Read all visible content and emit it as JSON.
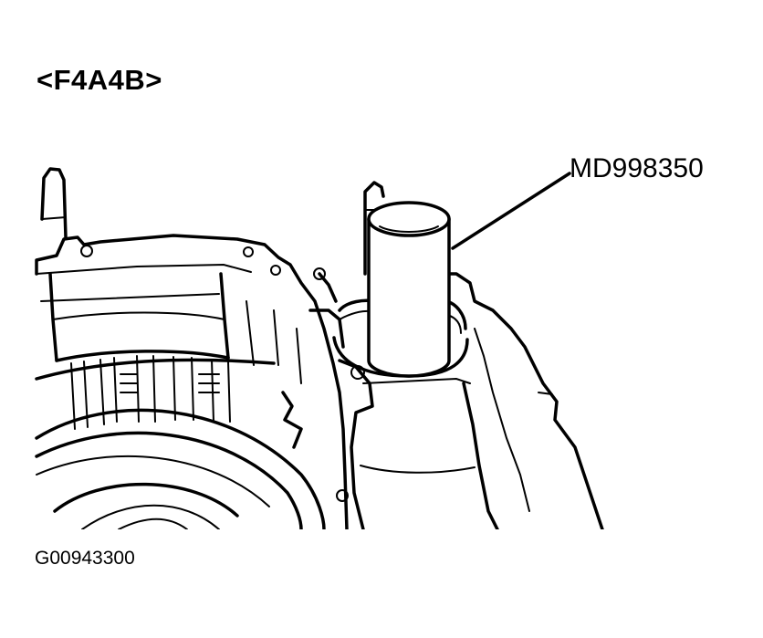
{
  "title": "<F4A4B>",
  "tool_label": "MD998350",
  "figure_id": "G00943300"
}
